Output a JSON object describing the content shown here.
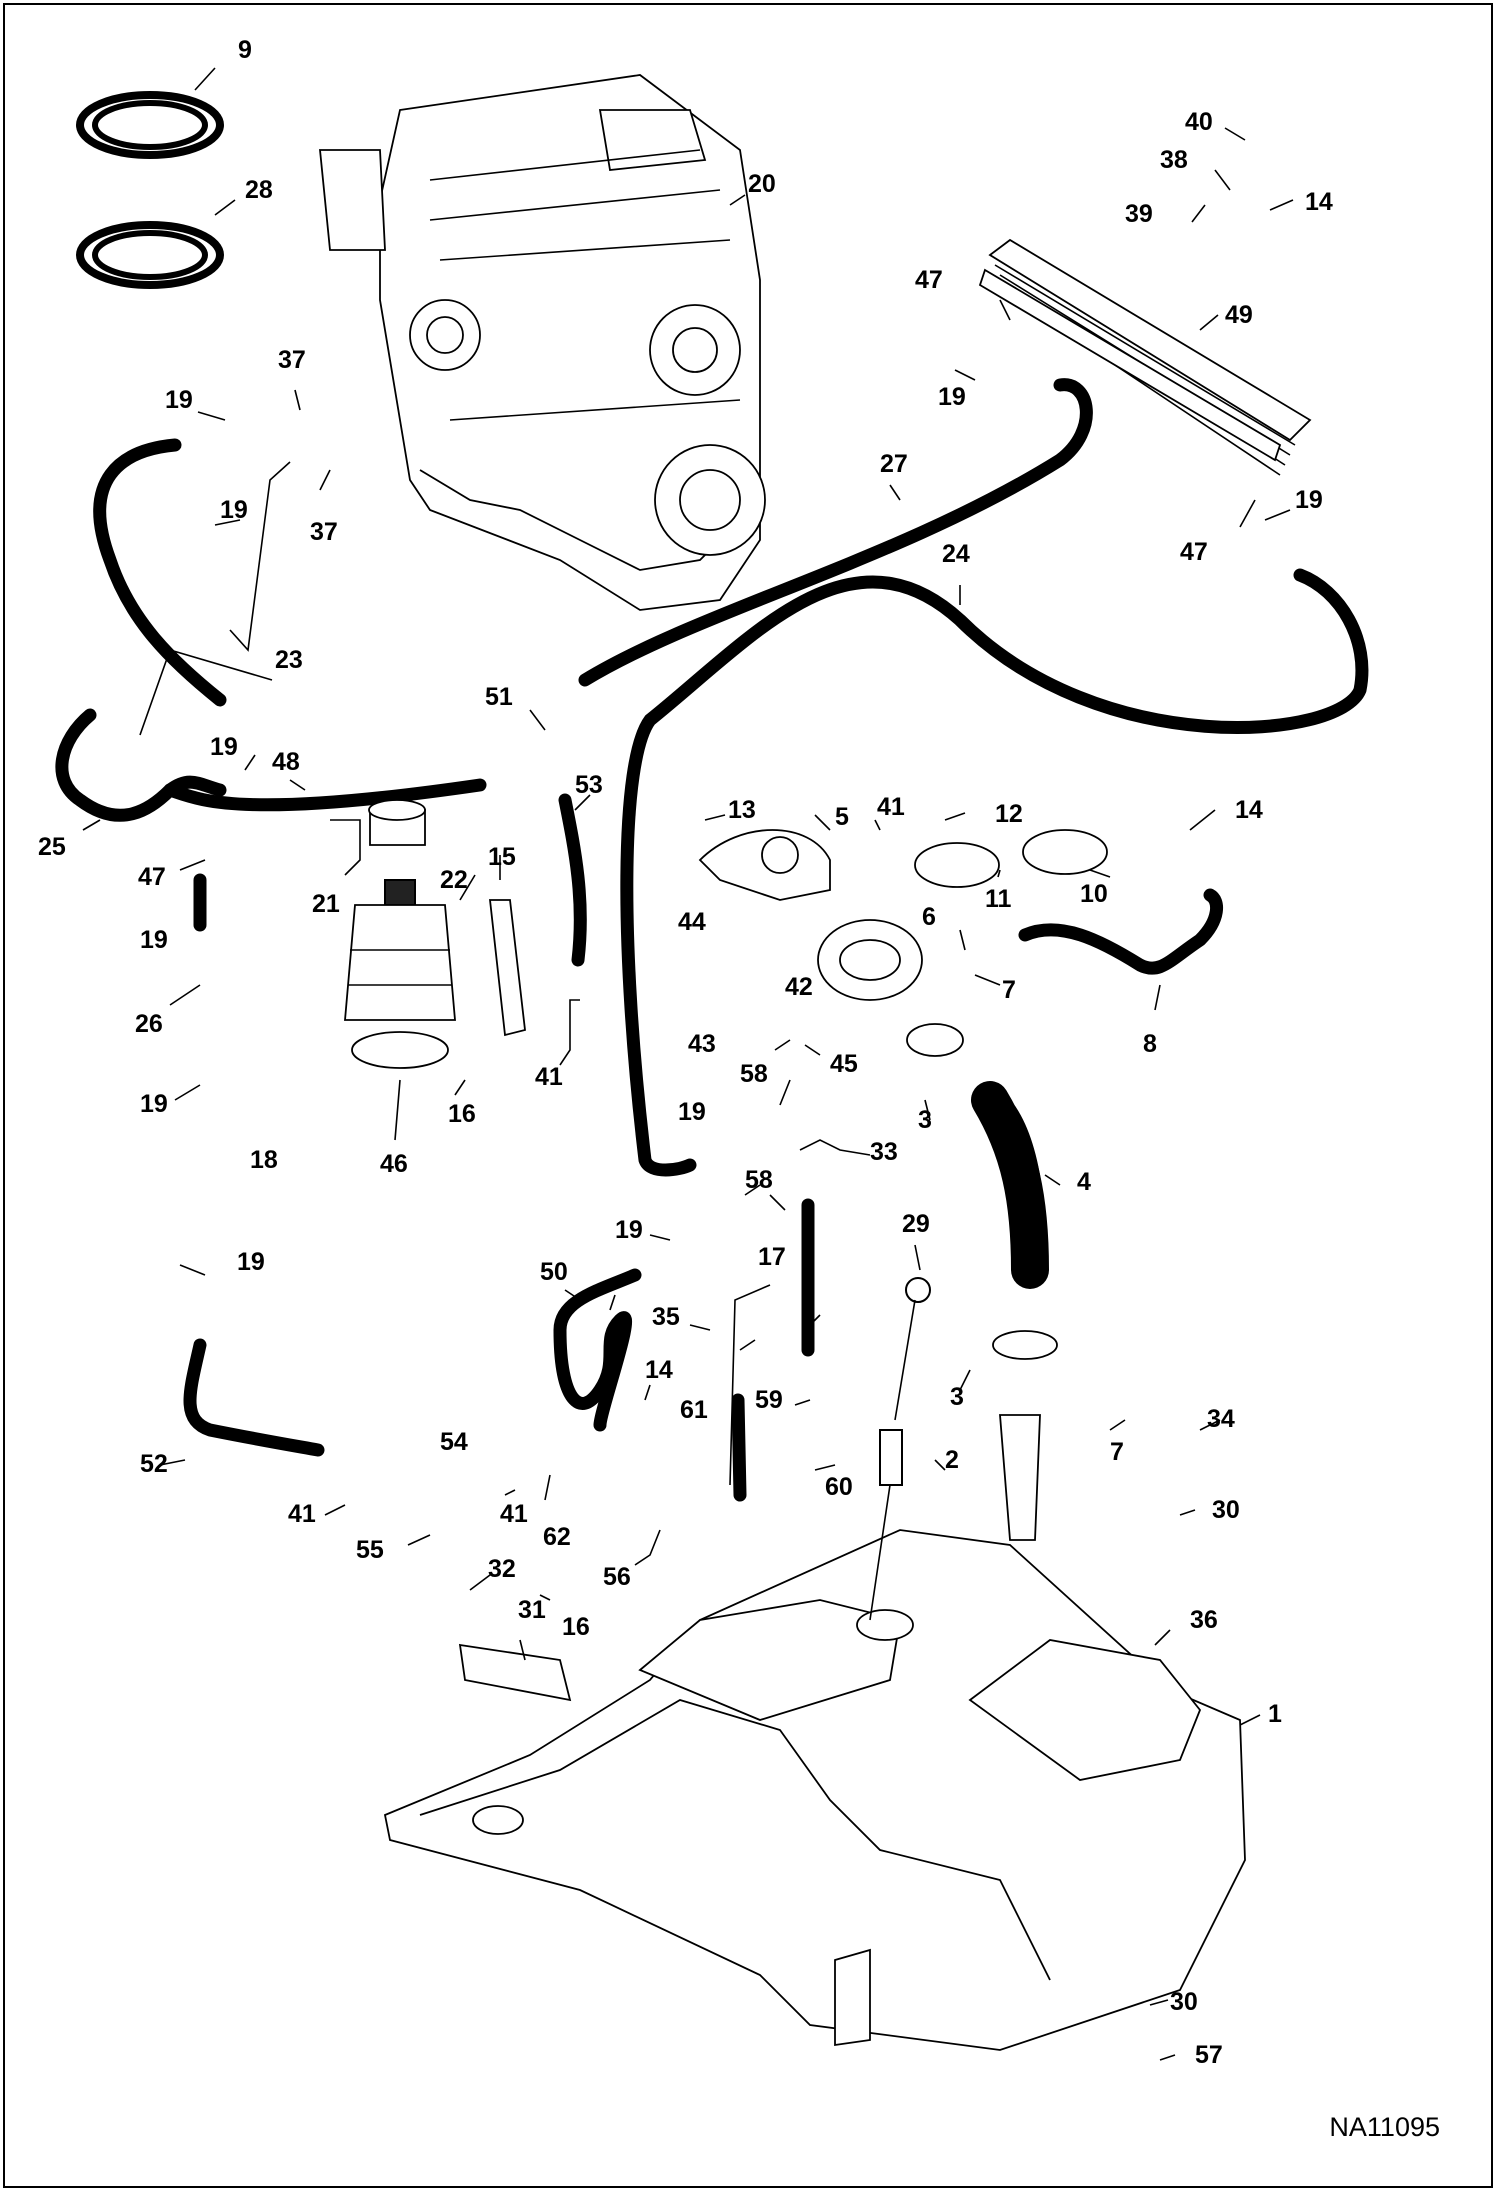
{
  "figure_code": "NA11095",
  "callouts": {
    "c9": "9",
    "c28": "28",
    "c20": "20",
    "c40": "40",
    "c38": "38",
    "c39": "39",
    "c14a": "14",
    "c47a": "47",
    "c49": "49",
    "c19a": "19",
    "c37a": "37",
    "c19b": "19",
    "c37b": "37",
    "c19c": "19",
    "c27": "27",
    "c19d": "19",
    "c47b": "47",
    "c24": "24",
    "c23": "23",
    "c51": "51",
    "c25": "25",
    "c19e": "19",
    "c48": "48",
    "c47c": "47",
    "c21": "21",
    "c22": "22",
    "c15": "15",
    "c53": "53",
    "c13": "13",
    "c5": "5",
    "c41a": "41",
    "c12": "12",
    "c14b": "14",
    "c11": "11",
    "c10": "10",
    "c44": "44",
    "c6": "6",
    "c7a": "7",
    "c42": "42",
    "c8": "8",
    "c43": "43",
    "c45": "45",
    "c19f": "19",
    "c26": "26",
    "c16a": "16",
    "c41b": "41",
    "c46": "46",
    "c19g": "19",
    "c3a": "3",
    "c18": "18",
    "c58a": "58",
    "c19h": "19",
    "c33": "33",
    "c4": "4",
    "c58b": "58",
    "c29": "29",
    "c19i": "19",
    "c17": "17",
    "c19j": "19",
    "c50": "50",
    "c35": "35",
    "c3b": "3",
    "c14c": "14",
    "c59": "59",
    "c61": "61",
    "c2": "2",
    "c34": "34",
    "c54": "54",
    "c60": "60",
    "c7b": "7",
    "c52": "52",
    "c30a": "30",
    "c41c": "41",
    "c41d": "41",
    "c62": "62",
    "c55": "55",
    "c56": "56",
    "c32": "32",
    "c16b": "16",
    "c31": "31",
    "c36": "36",
    "c1": "1",
    "c30b": "30",
    "c57": "57"
  }
}
